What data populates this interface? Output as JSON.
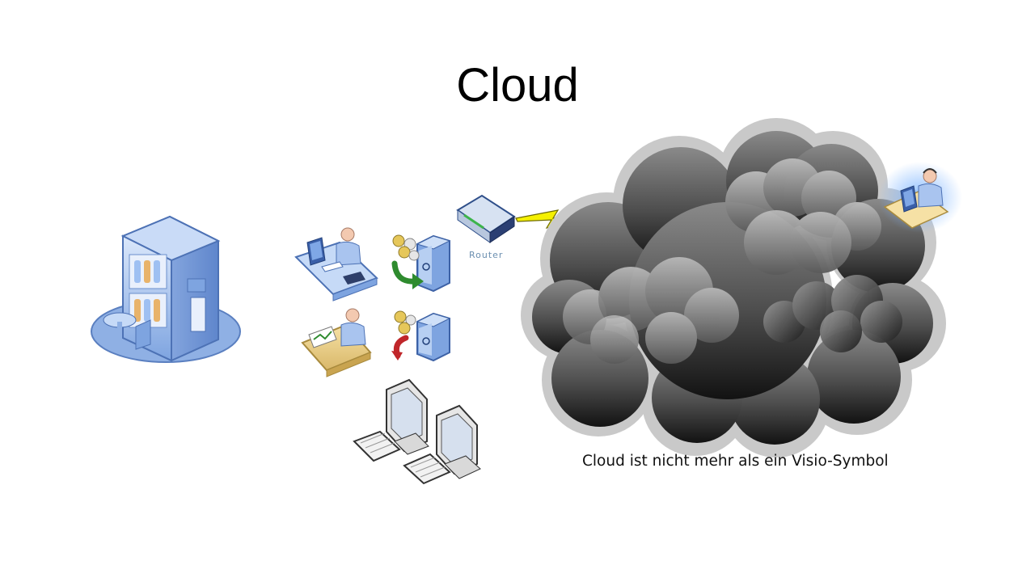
{
  "slide": {
    "title": "Cloud",
    "caption": "Cloud ist nicht mehr als ein Visio-Symbol"
  },
  "icons": {
    "router_label": "Router",
    "names": [
      "building-icon",
      "office-worker-icon",
      "server-inflow-icon",
      "data-entry-worker-icon",
      "server-outflow-icon",
      "router-icon",
      "lightning-link-icon",
      "cloud-icon",
      "support-agent-icon",
      "workstations-icon"
    ]
  },
  "colors": {
    "icon_blue": "#8fb4ea",
    "cloud_dark": "#1e1e1e",
    "cloud_light": "#c9c9c9",
    "lightning_yellow": "#f5f000",
    "arrow_green": "#2e8b2e",
    "arrow_red": "#c0262a"
  }
}
